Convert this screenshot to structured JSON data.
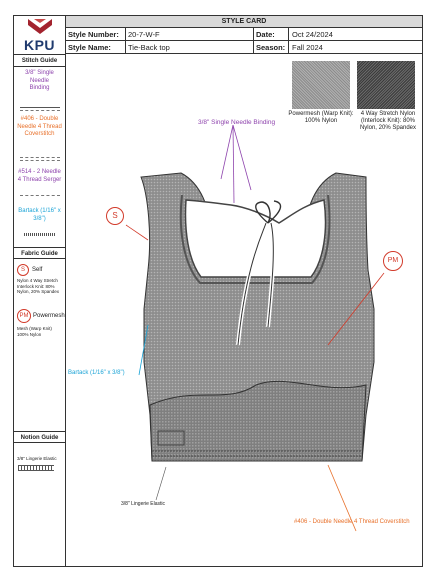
{
  "header": {
    "logo": "KPU",
    "title": "STYLE CARD",
    "style_number_label": "Style Number:",
    "style_number": "20-7-W-F",
    "date_label": "Date:",
    "date": "Oct 24/2024",
    "style_name_label": "Style Name:",
    "style_name": "Tie-Back top",
    "season_label": "Season:",
    "season": "Fall 2024"
  },
  "stitch_guide": {
    "heading": "Stitch Guide",
    "items": [
      {
        "label": "3/8\" Single Needle Binding",
        "color": "#8e44ad"
      },
      {
        "label": "#406 - Double Needle 4 Thread Coverstitch",
        "color": "#e8702a"
      },
      {
        "label": "#514 - 2 Needle 4 Thread Serger",
        "color": "#8e44ad"
      },
      {
        "label": "Bartack (1/16\" x 3/8\")",
        "color": "#1aa3d6"
      }
    ]
  },
  "fabric_guide": {
    "heading": "Fabric Guide",
    "items": [
      {
        "badge": "S",
        "name": "Self",
        "desc": "Nylon 4 Way Stretch Interlock Knit: 80% Nylon, 20% Spandex"
      },
      {
        "badge": "PM",
        "name": "Powermesh",
        "desc": "Mesh (Warp Knit) 100% Nylon"
      }
    ]
  },
  "notion_guide": {
    "heading": "Notion Guide",
    "items": [
      "3/8\" Lingerie Elastic"
    ]
  },
  "swatches": [
    {
      "label": "Powermesh (Warp Knit): 100% Nylon",
      "color": "#9a9a9a"
    },
    {
      "label": "4 Way Stretch Nylon (Interlock Knit): 80% Nylon, 20% Spandex",
      "color": "#4a4a4a"
    }
  ],
  "callouts": {
    "binding": "3/8\" Single Needle Binding",
    "self_badge": "S",
    "pm_badge": "PM",
    "bartack": "Bartack (1/16\" x 3/8\")",
    "elastic": "3/8\" Lingerie Elastic",
    "coverstitch": "#406 - Double Needle 4 Thread Coverstitch"
  },
  "colors": {
    "purple": "#8e44ad",
    "orange": "#e8702a",
    "blue": "#1aa3d6",
    "red": "#d23a2a",
    "brand": "#a3232e"
  }
}
